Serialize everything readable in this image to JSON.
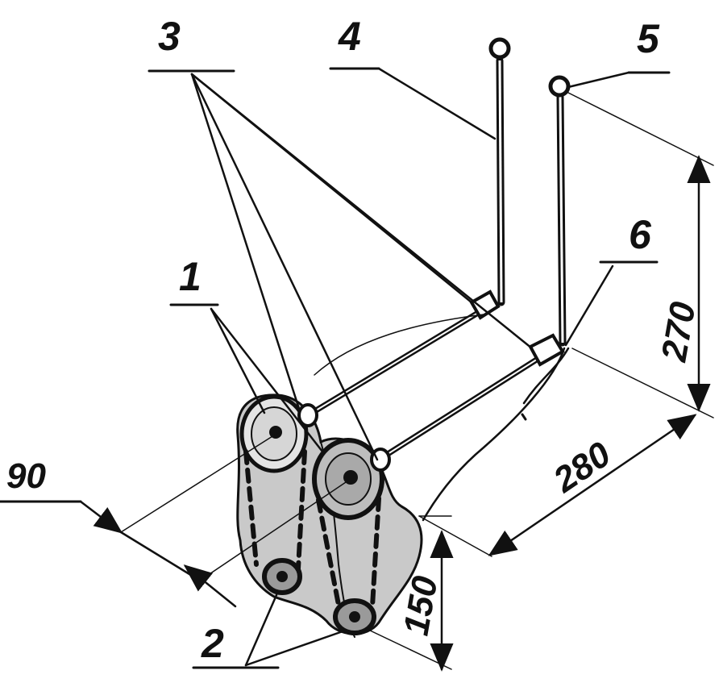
{
  "labels": {
    "l1": "1",
    "l2": "2",
    "l3": "3",
    "l4": "4",
    "l5": "5",
    "l6": "6"
  },
  "dimensions": {
    "d90": "90",
    "d150": "150",
    "d280": "280",
    "d270": "270"
  }
}
